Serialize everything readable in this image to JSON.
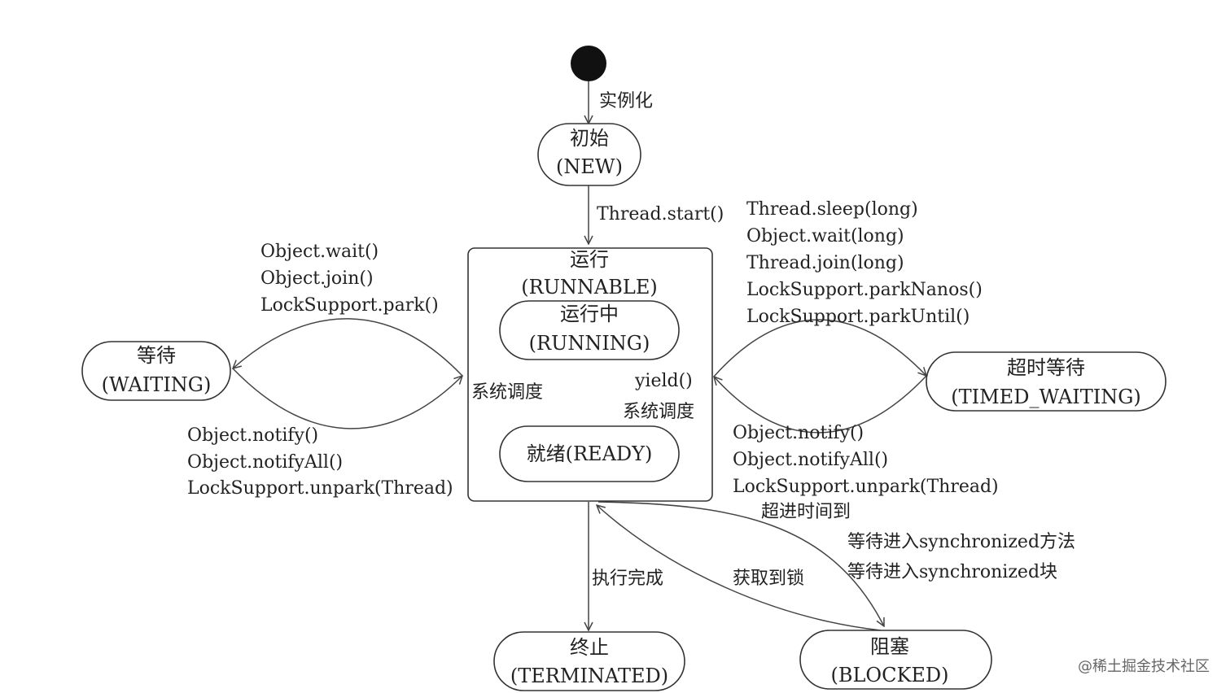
{
  "states": {
    "new": {
      "name_cn": "初始",
      "name_en": "(NEW)"
    },
    "runnable": {
      "name_cn": "运行",
      "name_en": "(RUNNABLE)"
    },
    "running": {
      "name_cn": "运行中",
      "name_en": "(RUNNING)"
    },
    "ready": {
      "name": "就绪(READY)"
    },
    "waiting": {
      "name_cn": "等待",
      "name_en": "(WAITING)"
    },
    "timed_waiting": {
      "name_cn": "超时等待",
      "name_en": "(TIMED_WAITING)"
    },
    "terminated": {
      "name_cn": "终止",
      "name_en": "(TERMINATED)"
    },
    "blocked": {
      "name_cn": "阻塞",
      "name_en": "(BLOCKED)"
    }
  },
  "transitions": {
    "instantiate": "实例化",
    "start": "Thread.start()",
    "to_waiting": [
      "Object.wait()",
      "Object.join()",
      "LockSupport.park()"
    ],
    "from_waiting": [
      "Object.notify()",
      "Object.notifyAll()",
      "LockSupport.unpark(Thread)"
    ],
    "to_timed_waiting": [
      "Thread.sleep(long)",
      "Object.wait(long)",
      "Thread.join(long)",
      "LockSupport.parkNanos()",
      "LockSupport.parkUntil()"
    ],
    "from_timed_waiting": [
      "Object.notify()",
      "Object.notifyAll()",
      "LockSupport.unpark(Thread)",
      "超进时间到"
    ],
    "ready_to_running": "系统调度",
    "running_to_ready": [
      "yield()",
      "系统调度"
    ],
    "execution_complete": "执行完成",
    "acquire_lock": "获取到锁",
    "to_blocked": [
      "等待进入synchronized方法",
      "等待进入synchronized块"
    ]
  },
  "watermark": "@稀土掘金技术社区"
}
